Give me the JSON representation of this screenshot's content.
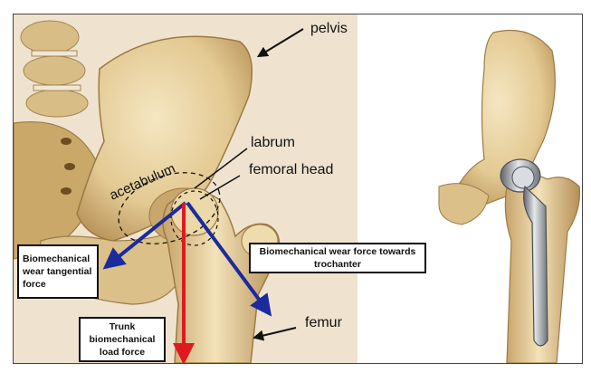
{
  "labels": {
    "pelvis": "pelvis",
    "labrum": "labrum",
    "femoral_head": "femoral head",
    "acetabulum": "acetabulum",
    "femur": "femur"
  },
  "boxes": {
    "tangential": "Biomechanical wear tangential force",
    "trochanter": "Biomechanical  wear force towards trochanter",
    "trunk": "Trunk biomechanical load force"
  },
  "colors": {
    "bone": "#e8d4a4",
    "bone_shadow": "#c9a86a",
    "blue_arrow": "#1b2b9e",
    "red_arrow": "#e0191f",
    "metal": "#9a9ea3"
  }
}
